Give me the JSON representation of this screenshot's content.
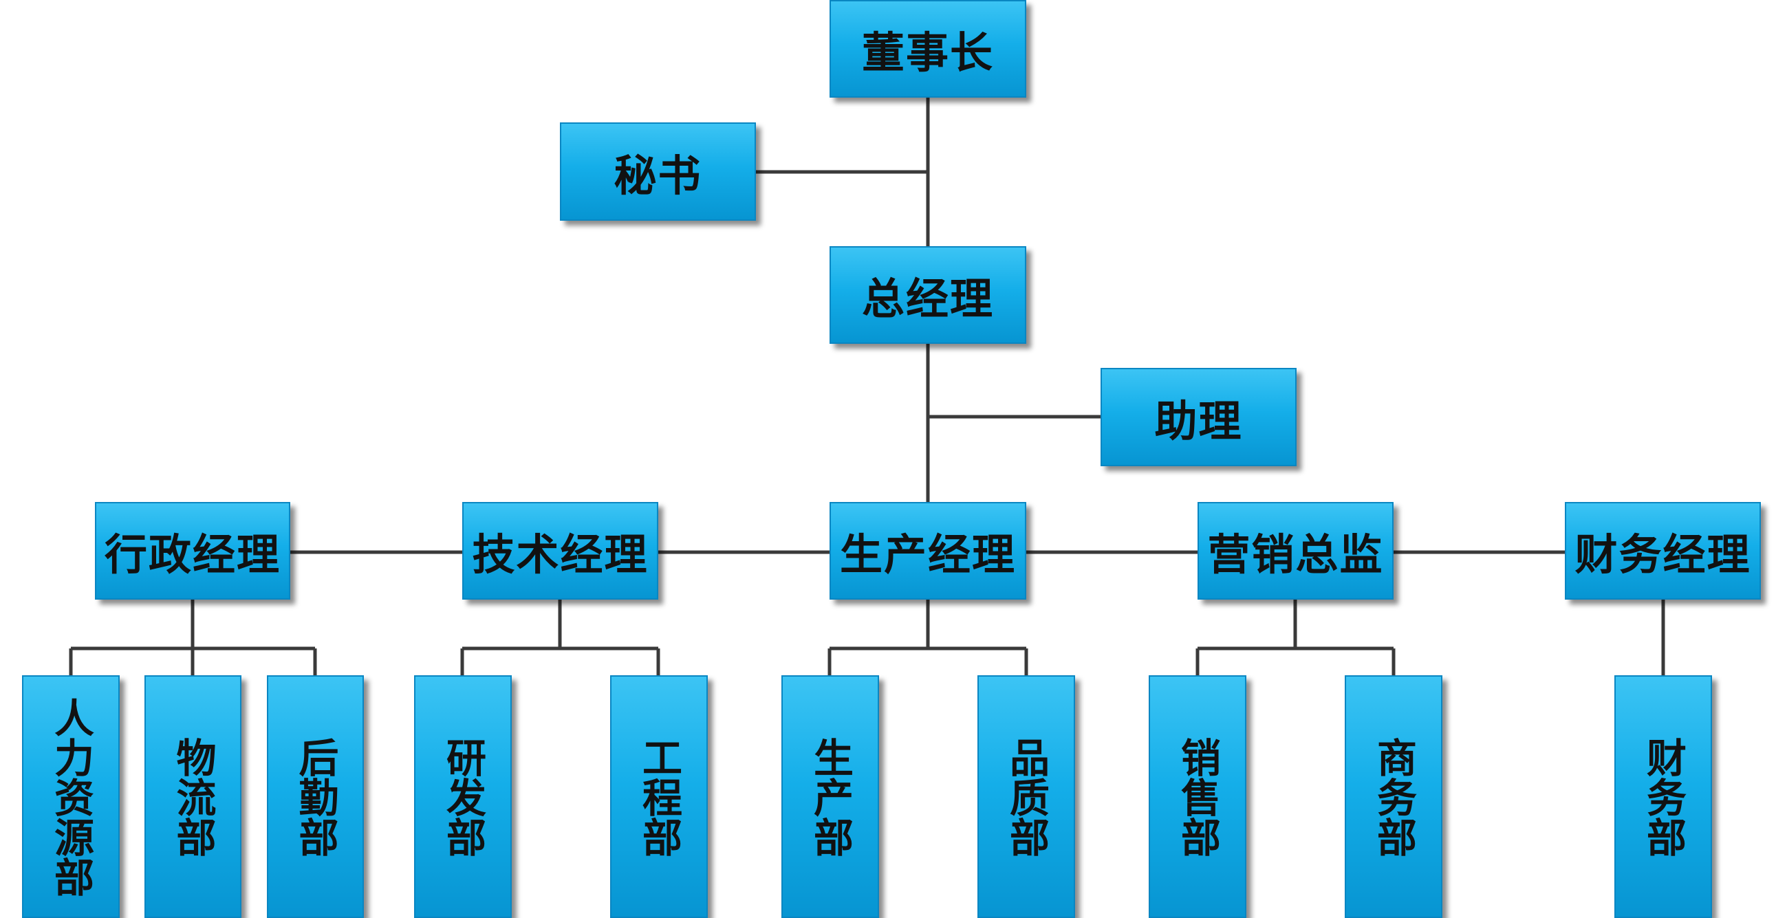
{
  "org": {
    "chairman": "董事长",
    "secretary": "秘书",
    "general_manager": "总经理",
    "assistant": "助理",
    "managers": {
      "admin": "行政经理",
      "tech": "技术经理",
      "production": "生产经理",
      "marketing": "营销总监",
      "finance": "财务经理"
    },
    "departments": {
      "hr": "人力资源部",
      "logistics": "物流部",
      "rear_service": "后勤部",
      "rnd": "研发部",
      "engineering": "工程部",
      "production": "生产部",
      "quality": "品质部",
      "sales": "销售部",
      "business": "商务部",
      "finance": "财务部"
    }
  },
  "colors": {
    "box_top": "#3cc4f4",
    "box_bottom": "#0795d2",
    "line": "#3a3a3a",
    "text": "#111111"
  }
}
